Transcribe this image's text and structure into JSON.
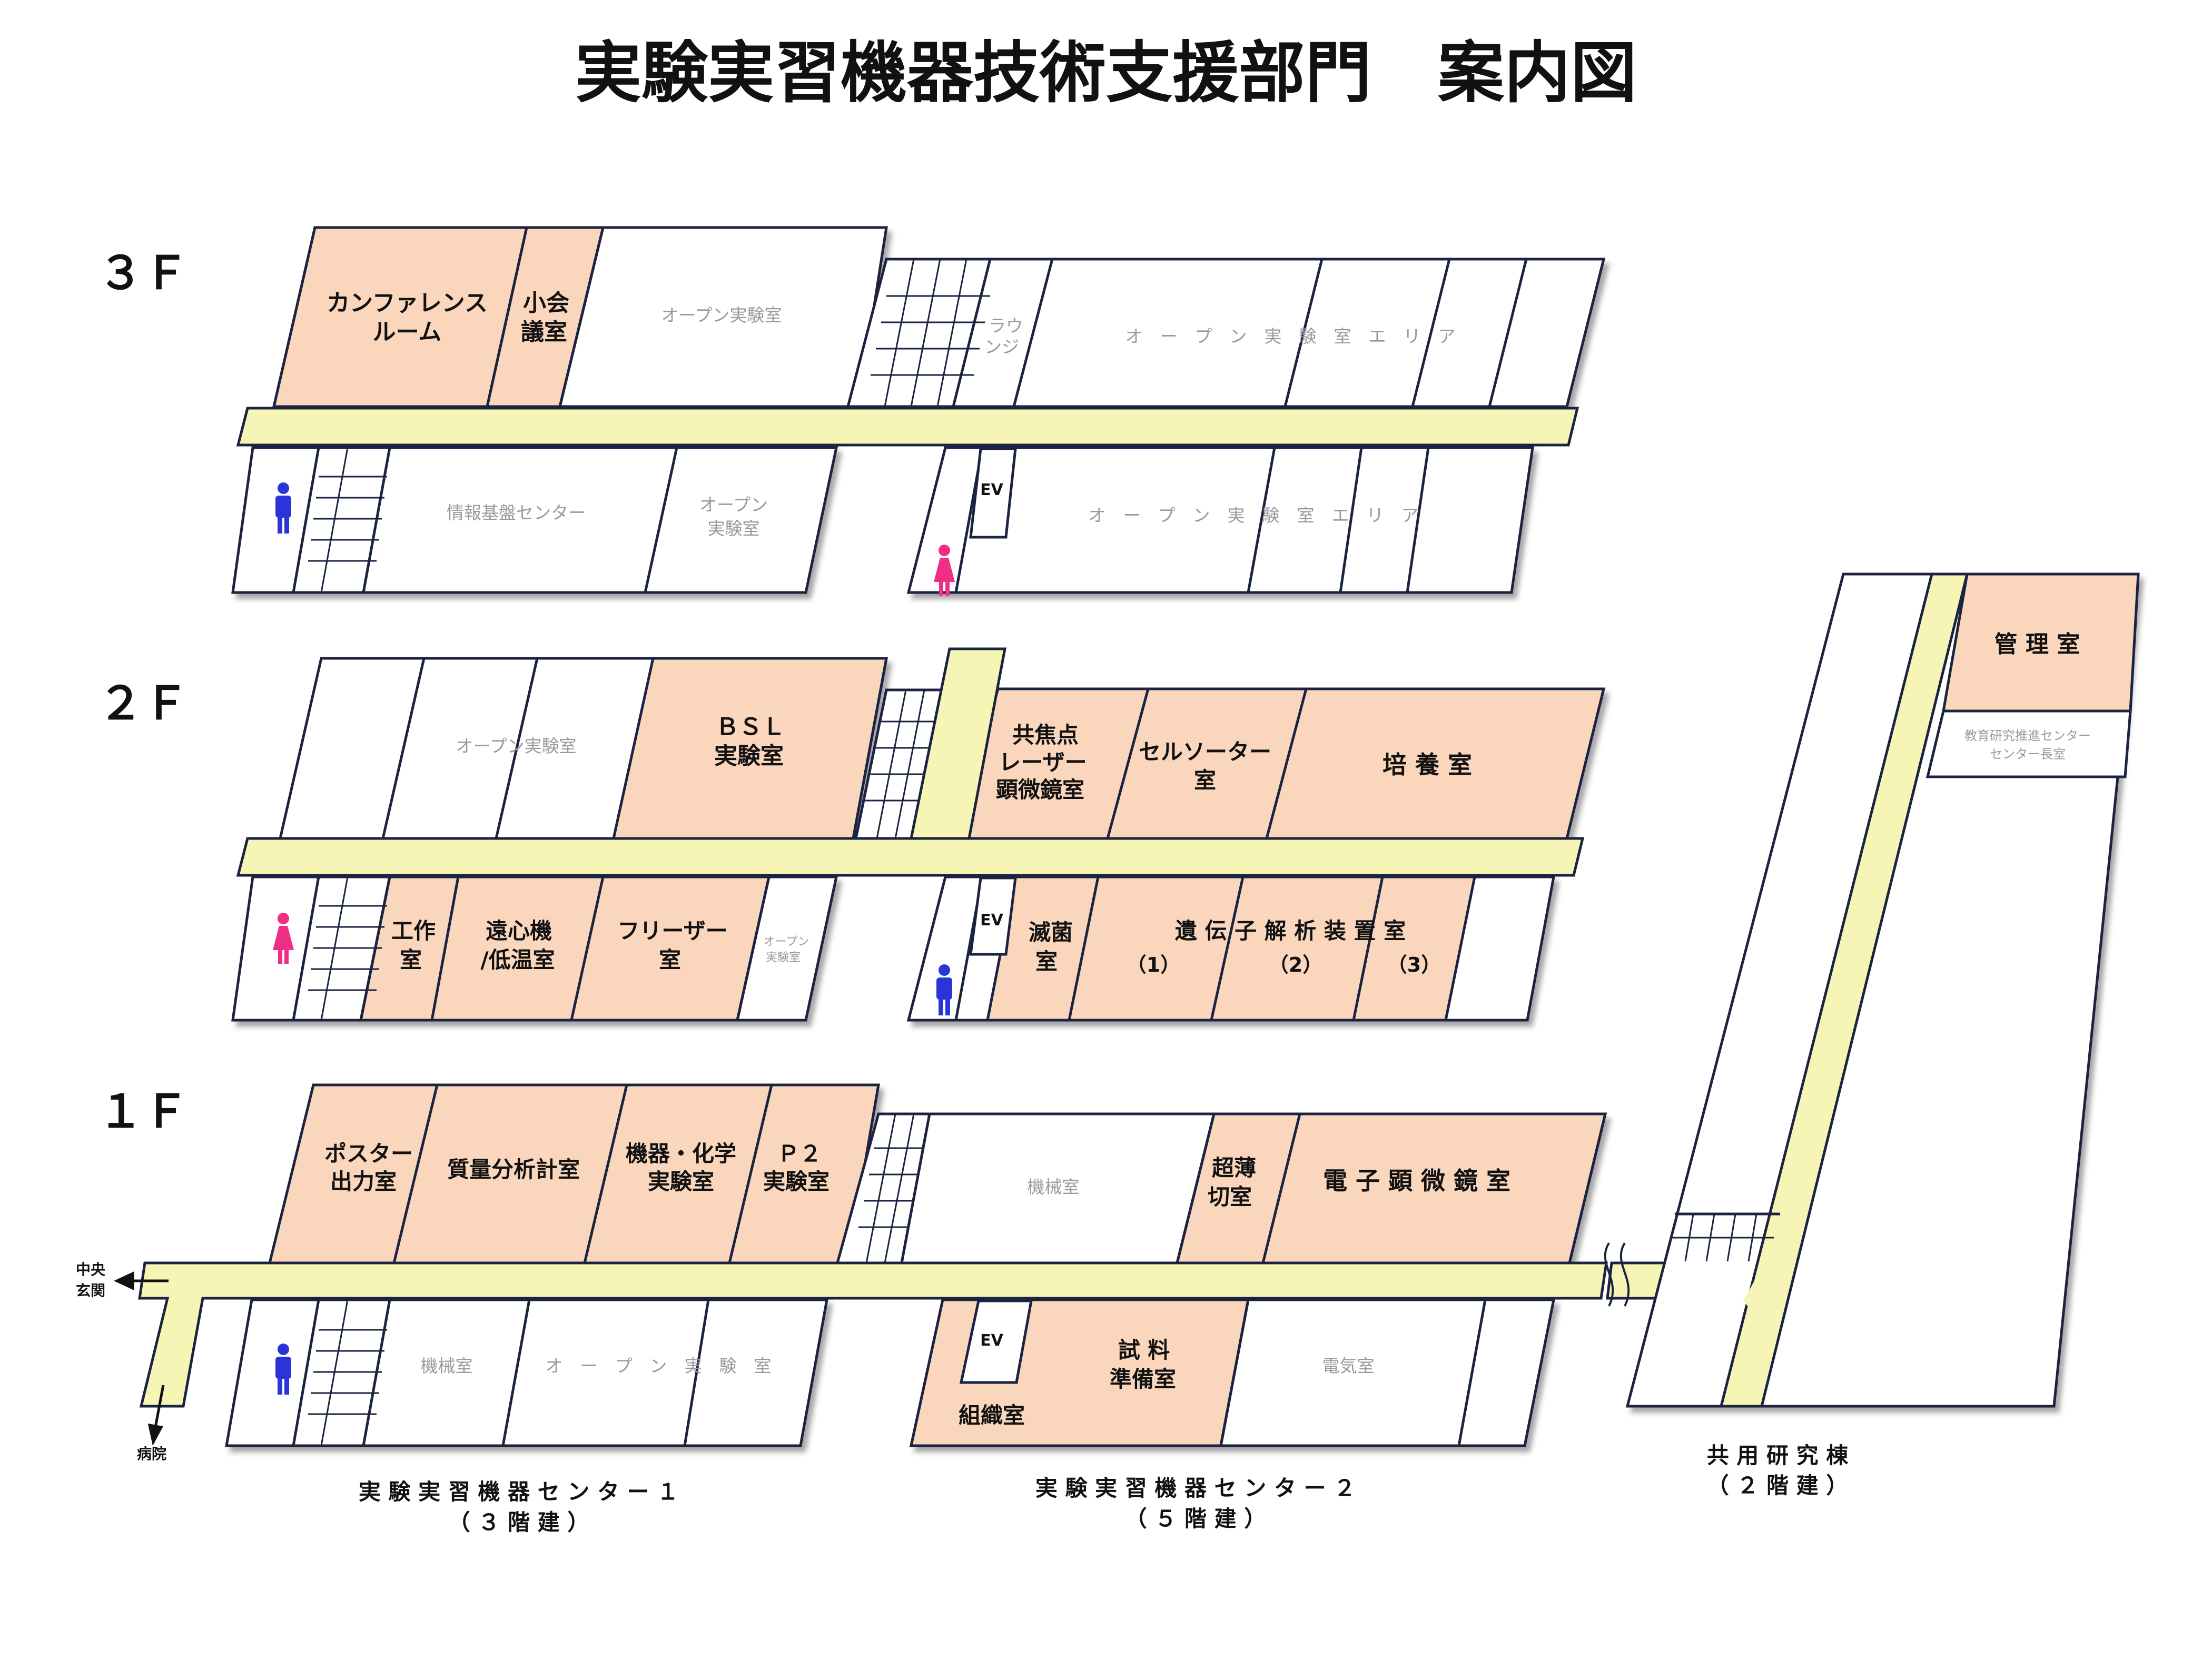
{
  "title": "実験実習機器技術支援部門　案内図",
  "floors": {
    "f3": "３Ｆ",
    "f2": "２Ｆ",
    "f1": "１Ｆ"
  },
  "colors": {
    "room": "#f9d6bc",
    "corridor": "#f7f5b5",
    "outline": "#1a2340",
    "male": "#2a34d8",
    "female": "#ef2e86"
  },
  "rooms_3f": {
    "conference_1": "カンファレンス",
    "conference_2": "ルーム",
    "small_meeting_1": "小会",
    "small_meeting_2": "議室",
    "open_lab": "オープン実験室",
    "lounge_1": "ラウ",
    "lounge_2": "ンジ",
    "open_area_upper": "オ　ー　プ　ン　実　験　室　エ　リ　ア",
    "info_center": "情報基盤センター",
    "open_lab_small_1": "オープン",
    "open_lab_small_2": "実験室",
    "ev": "EV",
    "open_area_lower": "オ　ー　プ　ン　実　験　室　エ　リ　ア"
  },
  "rooms_2f": {
    "open_lab": "オープン実験室",
    "bsl_1": "ＢＳＬ",
    "bsl_2": "実験室",
    "confocal_1": "共焦点",
    "confocal_2": "レーザー",
    "confocal_3": "顕微鏡室",
    "cell_sorter_1": "セルソーター",
    "cell_sorter_2": "室",
    "culture": "培 養 室",
    "workshop_1": "工作",
    "workshop_2": "室",
    "centrifuge_1": "遠心機",
    "centrifuge_2": "/低温室",
    "freezer_1": "フリーザー",
    "freezer_2": "室",
    "open_lab_small_1": "オープン",
    "open_lab_small_2": "実験室",
    "ev": "EV",
    "sterilize_1": "滅菌",
    "sterilize_2": "室",
    "gene_title": "遺 伝 子 解 析 装 置 室",
    "gene_1": "（1）",
    "gene_2": "（2）",
    "gene_3": "（3）"
  },
  "rooms_1f": {
    "poster_1": "ポスター",
    "poster_2": "出力室",
    "mass_spec": "質量分析計室",
    "chem_1": "機器・化学",
    "chem_2": "実験室",
    "p2_1": "Ｐ２",
    "p2_2": "実験室",
    "machine_upper": "機械室",
    "microtome_1": "超薄",
    "microtome_2": "切室",
    "em": "電 子 顕 微 鏡 室",
    "machine_lower": "機械室",
    "open_lab": "オ　ー　プ　ン　実　験　室",
    "ev": "EV",
    "reagent_1": "試 料",
    "reagent_2": "準備室",
    "histology": "組織室",
    "electric": "電気室"
  },
  "annex": {
    "admin": "管 理 室",
    "office_1": "教育研究推進センター",
    "office_2": "センター長室"
  },
  "directions": {
    "entrance_1": "中央",
    "entrance_2": "玄関",
    "hospital": "病院"
  },
  "buildings": {
    "center1_name": "実 験 実 習 機 器 セ ン タ ー １",
    "center1_floors": "（ ３ 階 建 ）",
    "center2_name": "実 験 実 習 機 器 セ ン タ ー ２",
    "center2_floors": "（ ５ 階 建 ）",
    "shared_name": "共 用 研 究 棟",
    "shared_floors": "（ ２ 階 建 ）"
  }
}
